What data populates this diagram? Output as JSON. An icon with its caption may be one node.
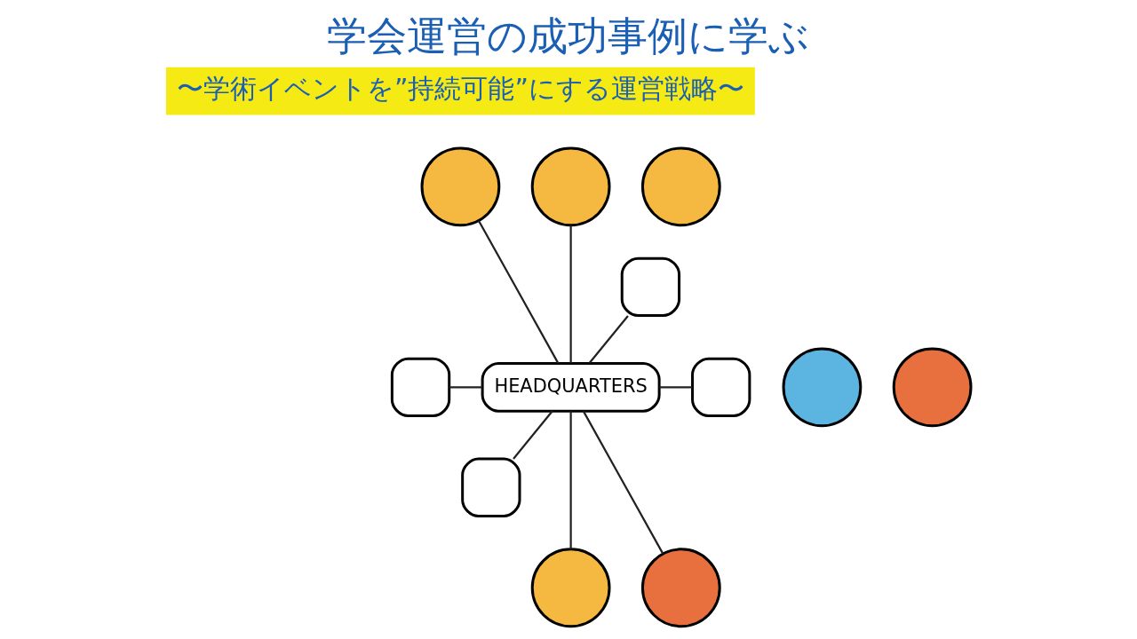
{
  "diagram": {
    "title": "学会運営の成功事例に学ぶ",
    "nodes": [
      {
        "text": [
          "HEADQUARTERS"
        ]
      },
      {
        "text": [],
        "shape": "circle"
      },
      {
        "text": [],
        "shape": "circle"
      },
      {
        "text": [],
        "shape": "circle"
      },
      {
        "text": [],
        "shape": "circle"
      },
      {
        "text": [],
        "shape": "circle"
      },
      {
        "text": [],
        "shape": "circle"
      },
      {
        "text": [],
        "shape": "circle"
      },
      {
        "text": [],
        "shape": "box"
      },
      {
        "text": [],
        "shape": "box"
      },
      {
        "text": [],
        "shape": "box"
      },
      {
        "text": [],
        "shape": "box"
      }
    ],
    "edges": [
      {
        "from": 2,
        "to": 0,
        "arrow": "none"
      },
      {
        "from": 3,
        "to": 0,
        "arrow": "none"
      },
      {
        "from": 8,
        "to": 0,
        "arrow": "none"
      },
      {
        "from": 9,
        "to": 0,
        "arrow": "none"
      },
      {
        "from": 0,
        "to": 10,
        "arrow": "none"
      },
      {
        "from": 0,
        "to": 6,
        "arrow": "none"
      },
      {
        "from": 0,
        "to": 7,
        "arrow": "none"
      },
      {
        "from": 0,
        "to": 11,
        "arrow": "none"
      }
    ],
    "labels": [
      "〜学術イベントを”持続可能”にする運営戦略〜"
    ]
  }
}
